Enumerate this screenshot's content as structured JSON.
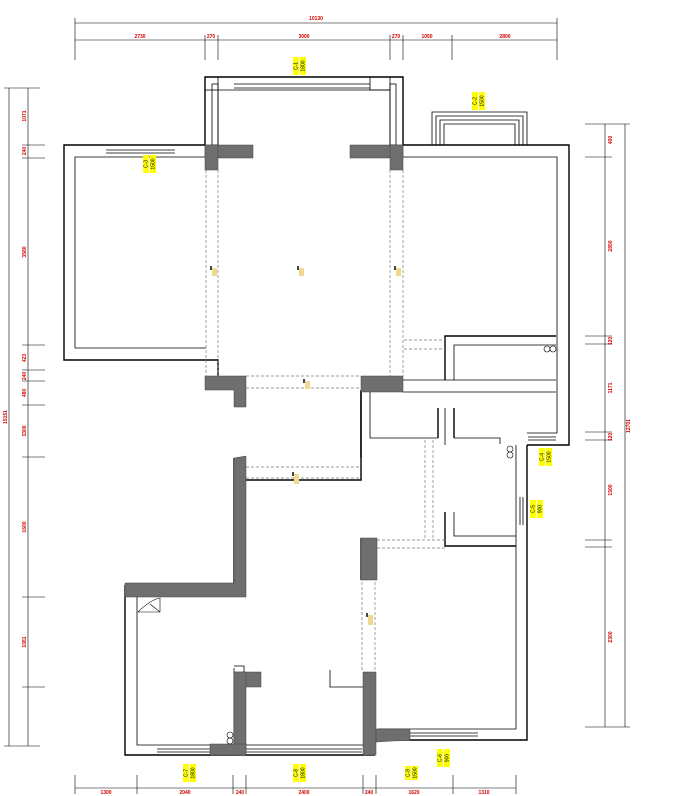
{
  "colors": {
    "wall": "#000000",
    "column_fill": "#6f6f6f",
    "dimension_text": "#d40000",
    "tag_background": "#ffff00",
    "fixture_fill": "#f0d890"
  },
  "dimensions": {
    "top_total": "10130",
    "top_segments": [
      "2730",
      "270",
      "3000",
      "270",
      "1050",
      "2800"
    ],
    "bottom_segments": [
      "1300",
      "2040",
      "240",
      "2400",
      "240",
      "1620",
      "1310"
    ],
    "left_total": "15151",
    "left_segments": [
      "1071",
      "240",
      "3580",
      "423",
      "240",
      "480",
      "3300",
      "1600",
      "1081"
    ],
    "right_total": "12701",
    "right_segments": [
      "400",
      "2850",
      "120",
      "1171",
      "120",
      "1500",
      "2300"
    ]
  },
  "window_tags": [
    {
      "lines": [
        "C-1",
        "1800"
      ]
    },
    {
      "lines": [
        "C-2",
        "1500"
      ]
    },
    {
      "lines": [
        "C-3",
        "1500"
      ]
    },
    {
      "lines": [
        "C-4",
        "1500"
      ]
    },
    {
      "lines": [
        "C-5",
        "900"
      ]
    },
    {
      "lines": [
        "C-6",
        "900"
      ]
    },
    {
      "lines": [
        "C-7",
        "1800"
      ]
    },
    {
      "lines": [
        "C-8",
        "1800"
      ]
    },
    {
      "lines": [
        "C-9",
        "1500"
      ]
    }
  ],
  "fixture_icons": [
    "light-fixture",
    "light-fixture",
    "light-fixture",
    "light-fixture",
    "light-fixture",
    "light-fixture"
  ]
}
